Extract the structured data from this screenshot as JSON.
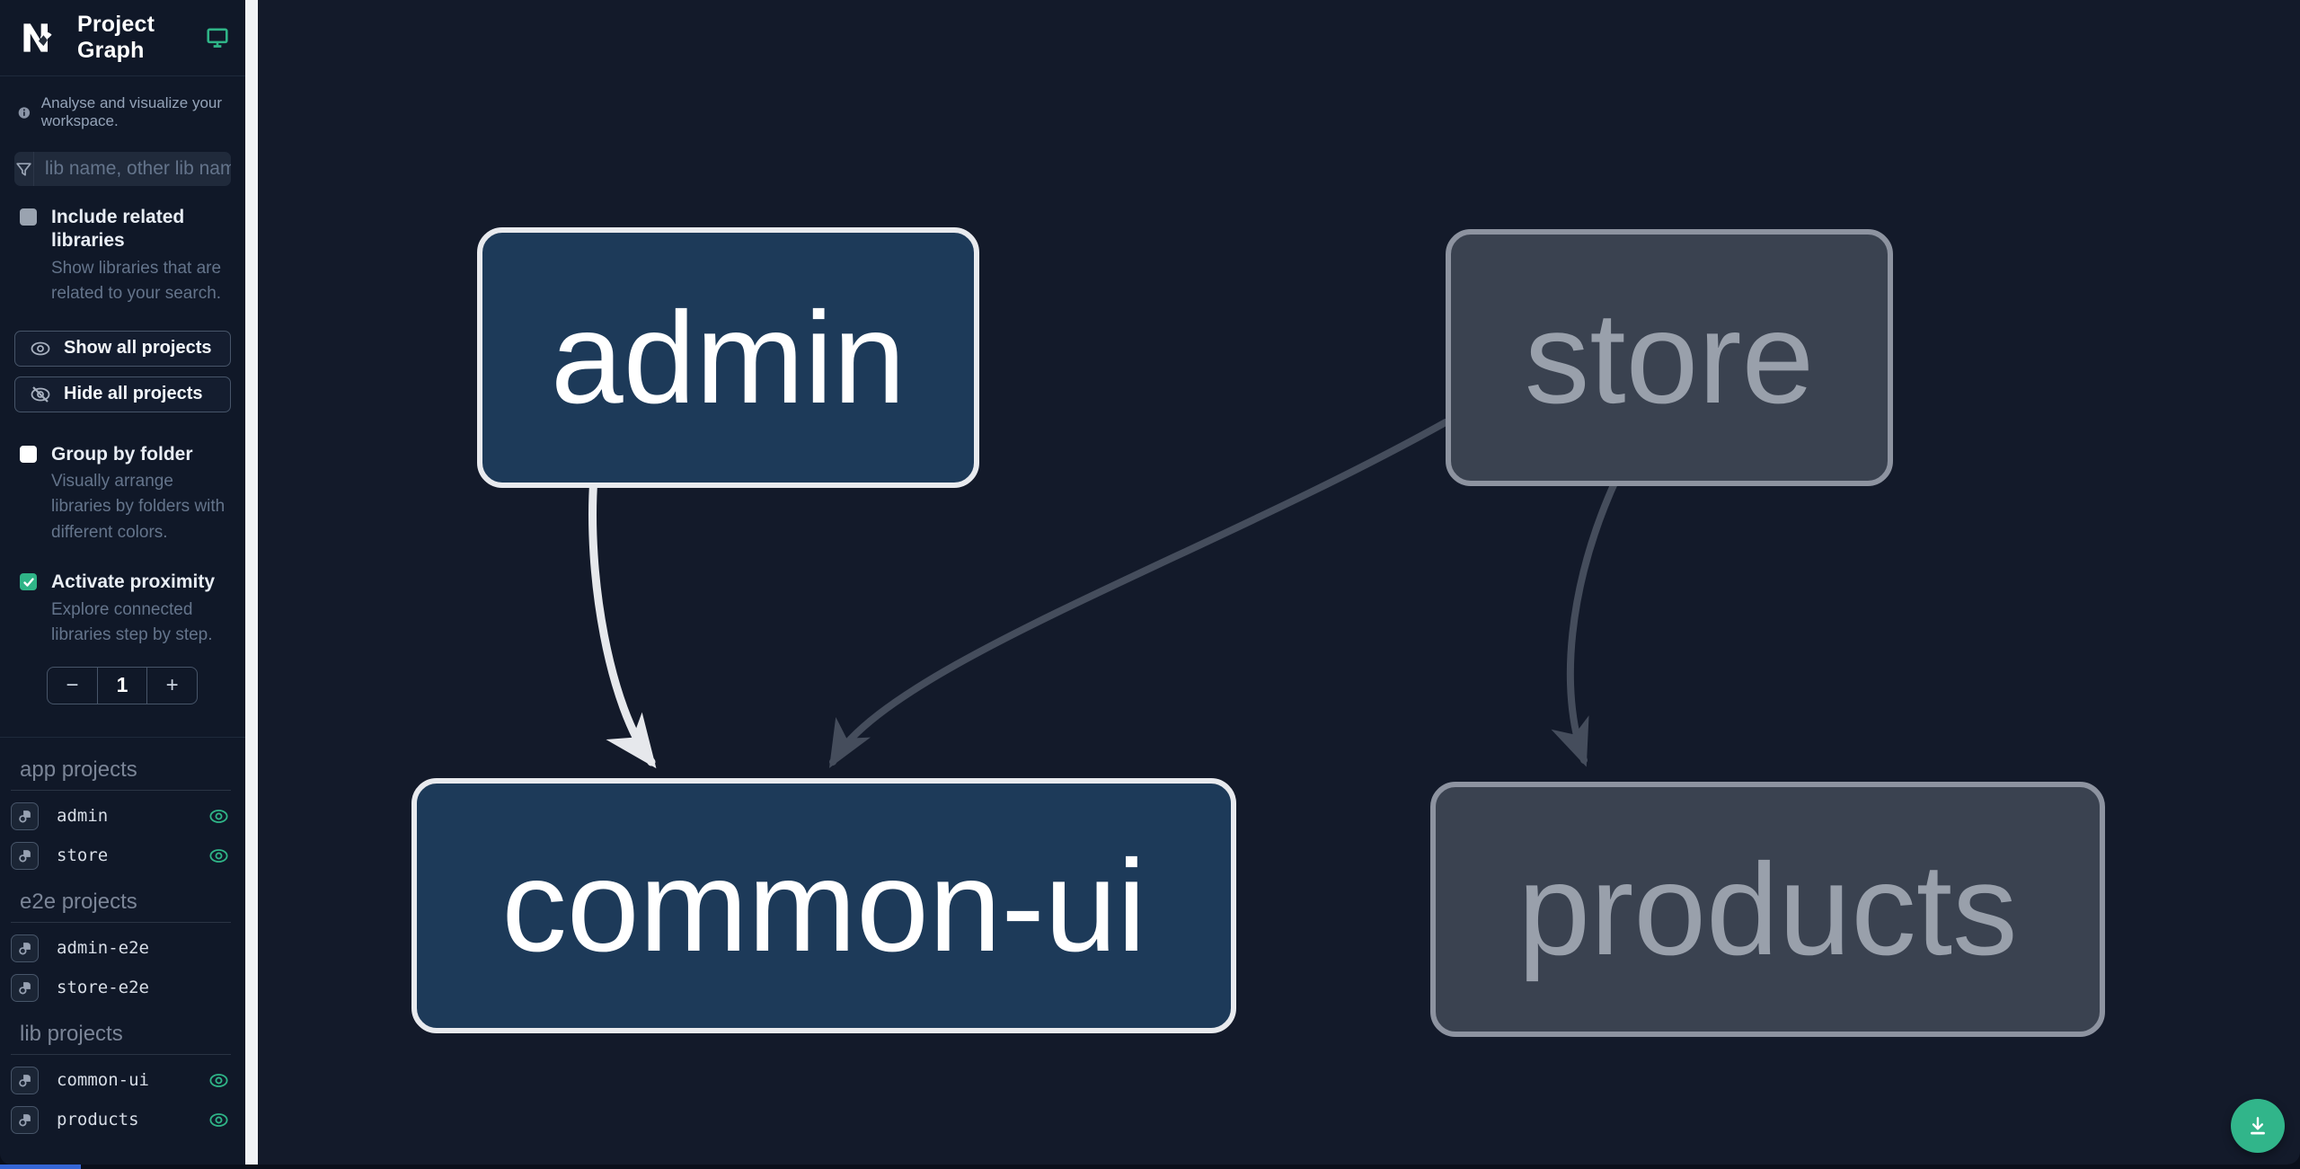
{
  "header": {
    "title": "Project Graph",
    "logo": "nx-logo",
    "theme_icon": "monitor-icon"
  },
  "sidebar": {
    "tagline": "Analyse and visualize your workspace.",
    "filter": {
      "placeholder": "lib name, other lib name",
      "value": ""
    },
    "checkboxes": [
      {
        "label": "Include related libraries",
        "description": "Show libraries that are related to your search.",
        "checked": false
      },
      {
        "label": "Group by folder",
        "description": "Visually arrange libraries by folders with different colors.",
        "checked": false
      },
      {
        "label": "Activate proximity",
        "description": "Explore connected libraries step by step.",
        "checked": true
      }
    ],
    "buttons": [
      {
        "label": "Show all projects",
        "icon": "eye-icon"
      },
      {
        "label": "Hide all projects",
        "icon": "eye-off-icon"
      }
    ],
    "proximity_stepper": {
      "minus": "−",
      "value": "1",
      "plus": "+"
    },
    "sections": [
      {
        "title": "app projects",
        "items": [
          {
            "name": "admin",
            "visible": true
          },
          {
            "name": "store",
            "visible": true
          }
        ]
      },
      {
        "title": "e2e projects",
        "items": [
          {
            "name": "admin-e2e",
            "visible": false
          },
          {
            "name": "store-e2e",
            "visible": false
          }
        ]
      },
      {
        "title": "lib projects",
        "items": [
          {
            "name": "common-ui",
            "visible": true
          },
          {
            "name": "products",
            "visible": true
          }
        ]
      }
    ]
  },
  "graph": {
    "nodes": [
      {
        "id": "admin",
        "label": "admin",
        "state": "focused"
      },
      {
        "id": "store",
        "label": "store",
        "state": "unfocused"
      },
      {
        "id": "common-ui",
        "label": "common-ui",
        "state": "focused"
      },
      {
        "id": "products",
        "label": "products",
        "state": "unfocused"
      }
    ],
    "edges": [
      {
        "from": "admin",
        "to": "common-ui",
        "highlighted": true
      },
      {
        "from": "store",
        "to": "common-ui",
        "highlighted": false
      },
      {
        "from": "store",
        "to": "products",
        "highlighted": false
      }
    ]
  },
  "colors": {
    "accent_teal": "#2fb487",
    "focused_node_fill": "#1d3a59",
    "focused_node_border": "#e8eaee",
    "unfocused_node_fill": "#3a4250",
    "unfocused_node_border": "#8d93a0",
    "edge_highlight": "#e6e8ec",
    "edge_normal": "#454d5c",
    "scroll_thumb_blue": "#3566d6"
  }
}
